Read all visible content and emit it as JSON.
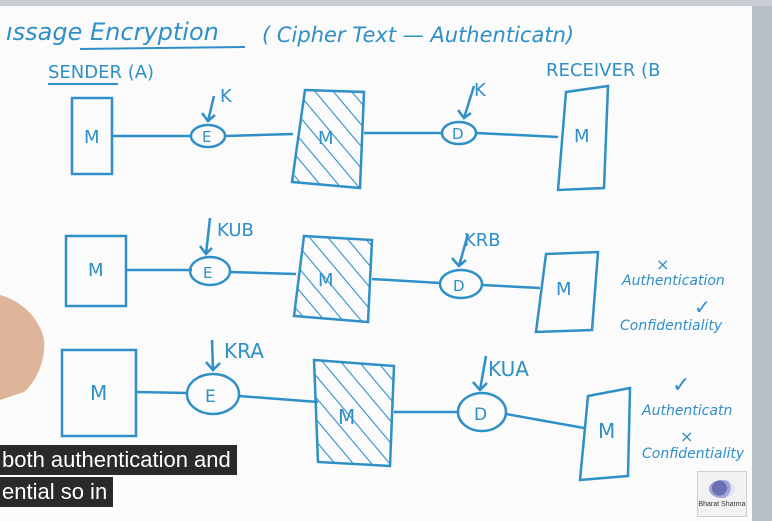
{
  "board": {
    "title": "ıssage Encryption",
    "subtitle": "( Cipher Text — Authenticatn)",
    "sender_label": "SENDER (A)",
    "receiver_label": "RECEIVER (B",
    "rows": [
      {
        "plain": "M",
        "encrypt": "E",
        "encrypt_key": "K",
        "cipher": "M",
        "decrypt": "D",
        "decrypt_key": "K",
        "output": "M"
      },
      {
        "plain": "M",
        "encrypt": "E",
        "encrypt_key": "KUB",
        "cipher": "M",
        "decrypt": "D",
        "decrypt_key": "KRB",
        "output": "M",
        "notes": [
          {
            "text": "Authentication",
            "mark": "×"
          },
          {
            "text": "Confidentiality",
            "mark": "✓"
          }
        ]
      },
      {
        "plain": "M",
        "encrypt": "E",
        "encrypt_key": "KRA",
        "cipher": "M",
        "decrypt": "D",
        "decrypt_key": "KUA",
        "output": "M",
        "notes": [
          {
            "text": "Authenticatn",
            "mark": "✓"
          },
          {
            "text": "Confidentiality",
            "mark": "×"
          }
        ]
      }
    ]
  },
  "captions": {
    "line1": "both authentication and",
    "line2": "ential so in"
  },
  "logo": {
    "text": "Bharat Sharma"
  },
  "colors": {
    "ink": "#2f8fc7",
    "board": "#fbfbfb",
    "caption_bg": "#181818"
  }
}
